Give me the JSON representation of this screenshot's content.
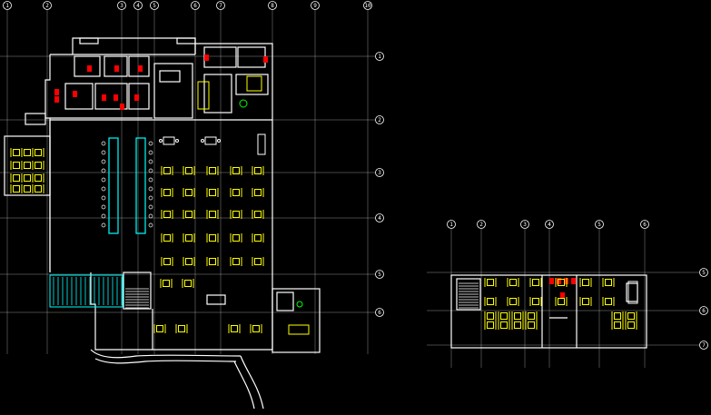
{
  "drawing": {
    "background": "#000000",
    "colors": {
      "grid": "#ffffff",
      "wall": "#ffffff",
      "furniture": "#ffff00",
      "fixture": "#ff0000",
      "stair": "#00ffff",
      "accent": "#00ff00"
    }
  },
  "main_plan": {
    "col_axes": [
      "1",
      "2",
      "3",
      "4",
      "5",
      "6",
      "7",
      "8",
      "9",
      "10"
    ],
    "row_axes": [
      "1",
      "2",
      "3",
      "4",
      "5",
      "6"
    ]
  },
  "annex_plan": {
    "col_axes": [
      "1",
      "2",
      "3",
      "4",
      "5",
      "6"
    ],
    "row_axes": [
      "5",
      "6",
      "7"
    ]
  }
}
